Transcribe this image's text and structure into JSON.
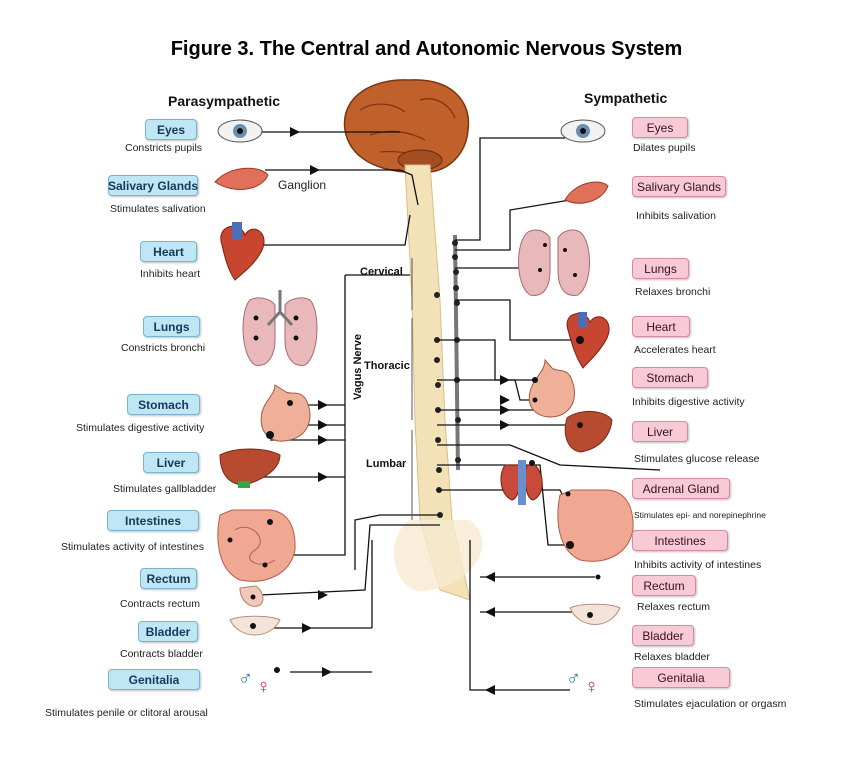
{
  "title": "Figure 3. The Central and Autonomic Nervous System",
  "headers": {
    "parasympathetic": "Parasympathetic",
    "sympathetic": "Sympathetic"
  },
  "regions": {
    "cervical": "Cervical",
    "thoracic": "Thoracic",
    "lumbar": "Lumbar",
    "vagus": "Vagus Nerve",
    "ganglion": "Ganglion"
  },
  "parasympathetic": [
    {
      "organ": "Eyes",
      "effect": "Constricts pupils"
    },
    {
      "organ": "Salivary Glands",
      "effect": "Stimulates salivation"
    },
    {
      "organ": "Heart",
      "effect": "Inhibits heart"
    },
    {
      "organ": "Lungs",
      "effect": "Constricts bronchi"
    },
    {
      "organ": "Stomach",
      "effect": "Stimulates digestive activity"
    },
    {
      "organ": "Liver",
      "effect": "Stimulates gallbladder"
    },
    {
      "organ": "Intestines",
      "effect": "Stimulates activity of intestines"
    },
    {
      "organ": "Rectum",
      "effect": "Contracts rectum"
    },
    {
      "organ": "Bladder",
      "effect": "Contracts bladder"
    },
    {
      "organ": "Genitalia",
      "effect": "Stimulates penile or clitoral arousal"
    }
  ],
  "sympathetic": [
    {
      "organ": "Eyes",
      "effect": "Dilates pupils"
    },
    {
      "organ": "Salivary Glands",
      "effect": "Inhibits salivation"
    },
    {
      "organ": "Lungs",
      "effect": "Relaxes bronchi"
    },
    {
      "organ": "Heart",
      "effect": "Accelerates heart"
    },
    {
      "organ": "Stomach",
      "effect": "Inhibits digestive activity"
    },
    {
      "organ": "Liver",
      "effect": "Stimulates glucose release"
    },
    {
      "organ": "Adrenal Gland",
      "effect": "Stimulates epi- and norepinephrine"
    },
    {
      "organ": "Intestines",
      "effect": "Inhibits activity of intestines"
    },
    {
      "organ": "Rectum",
      "effect": "Relaxes rectum"
    },
    {
      "organ": "Bladder",
      "effect": "Relaxes bladder"
    },
    {
      "organ": "Genitalia",
      "effect": "Stimulates ejaculation or orgasm"
    }
  ],
  "colors": {
    "para_box": "#bfe6f5",
    "symp_box": "#f7cad6",
    "brain": "#c0602a",
    "cord": "#f3e2b8",
    "organ": "#e58a6c"
  }
}
